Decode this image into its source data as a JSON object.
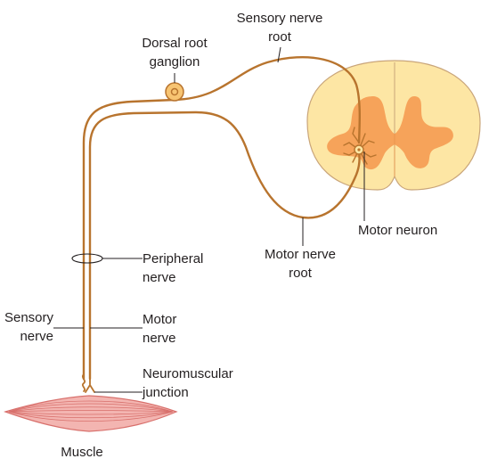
{
  "labels": {
    "sensory_nerve_root": [
      "Sensory nerve",
      "root"
    ],
    "dorsal_root_ganglion": [
      "Dorsal root",
      "ganglion"
    ],
    "motor_neuron": [
      "Motor neuron"
    ],
    "motor_nerve_root": [
      "Motor nerve",
      "root"
    ],
    "peripheral_nerve": [
      "Peripheral",
      "nerve"
    ],
    "sensory_nerve": [
      "Sensory",
      "nerve"
    ],
    "motor_nerve": [
      "Motor",
      "nerve"
    ],
    "neuromuscular_junction": [
      "Neuromuscular",
      "junction"
    ],
    "muscle": [
      "Muscle"
    ]
  },
  "colors": {
    "nerve": "#b8742e",
    "spinal_white_matter": "#fde6a4",
    "spinal_outline": "#c9a57a",
    "grey_matter": "#f6a35a",
    "muscle_fill": "#f3b5b1",
    "muscle_stroke": "#d8706c",
    "leader_line": "#231f20",
    "text": "#231f20"
  }
}
